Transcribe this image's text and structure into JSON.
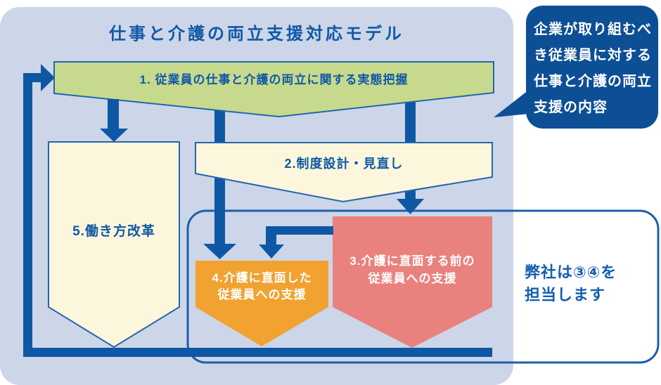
{
  "title": "仕事と介護の両立支援対応モデル",
  "steps": {
    "s1": "1. 従業員の仕事と介護の両立に関する実態把握",
    "s2": "2.制度設計・見直し",
    "s3_line1": "3.介護に直面する前の",
    "s3_line2": "従業員への支援",
    "s4_line1": "4.介護に直面した",
    "s4_line2": "従業員への支援",
    "s5": "5.働き方改革"
  },
  "callout": {
    "line1": "企業が取り組むべ",
    "line2": "き従業員に対する",
    "line3": "仕事と介護の両立",
    "line4": "支援の内容"
  },
  "note": {
    "line1": "弊社は③④を",
    "line2": "担当します"
  },
  "colors": {
    "panel_bg": "#ccd6e8",
    "arrow_blue": "#0e57a5",
    "callout_bg": "#0d4f95",
    "green_fill": "#c7d98c",
    "cream_fill": "#fcf6dd",
    "orange_fill": "#f1a231",
    "red_fill": "#e9827e",
    "shape_border_blue": "#2366ad",
    "outline_box_blue": "#1b60aa",
    "text_blue": "#1159a6",
    "note_text_blue": "#155fb0"
  }
}
